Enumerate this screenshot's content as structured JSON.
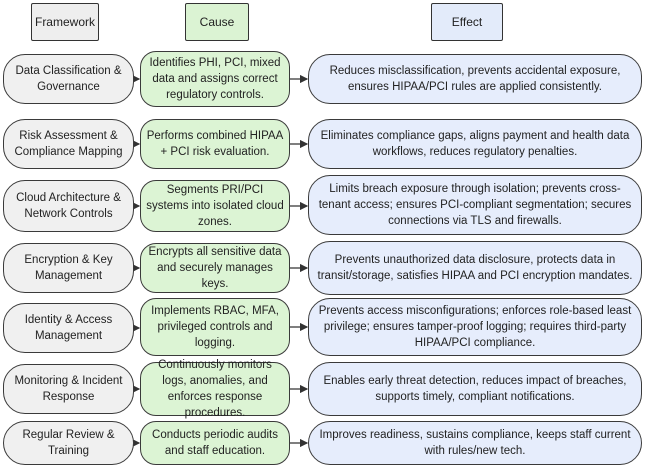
{
  "headers": {
    "framework": "Framework",
    "cause": "Cause",
    "effect": "Effect"
  },
  "rows": [
    {
      "framework": "Data Classification & Governance",
      "cause": "Identifies PHI, PCI, mixed data and assigns correct regulatory controls.",
      "effect": "Reduces misclassification, prevents accidental exposure, ensures HIPAA/PCI rules are applied consistently."
    },
    {
      "framework": "Risk Assessment & Compliance Mapping",
      "cause": "Performs combined HIPAA + PCI risk evaluation.",
      "effect": "Eliminates compliance gaps, aligns payment and health data workflows, reduces regulatory penalties."
    },
    {
      "framework": "Cloud Architecture & Network Controls",
      "cause": "Segments PRI/PCI systems into isolated cloud zones.",
      "effect": "Limits breach exposure through isolation; prevents cross-tenant access; ensures PCI-compliant segmentation; secures connections via TLS and firewalls."
    },
    {
      "framework": "Encryption & Key Management",
      "cause": "Encrypts all sensitive data and securely manages keys.",
      "effect": "Prevents unauthorized data disclosure, protects data in transit/storage, satisfies HIPAA and PCI encryption mandates."
    },
    {
      "framework": "Identity & Access Management",
      "cause": "Implements RBAC, MFA, privileged controls and logging.",
      "effect": "Prevents access misconfigurations; enforces role-based least privilege; ensures tamper-proof logging; requires third-party HIPAA/PCI compliance."
    },
    {
      "framework": "Monitoring & Incident Response",
      "cause": "Continuously monitors logs, anomalies, and enforces response procedures.",
      "effect": "Enables early threat detection, reduces impact of breaches, supports timely, compliant notifications."
    },
    {
      "framework": "Regular Review & Training",
      "cause": "Conducts periodic audits and staff education.",
      "effect": "Improves readiness, sustains compliance, keeps staff current with rules/new tech."
    }
  ]
}
